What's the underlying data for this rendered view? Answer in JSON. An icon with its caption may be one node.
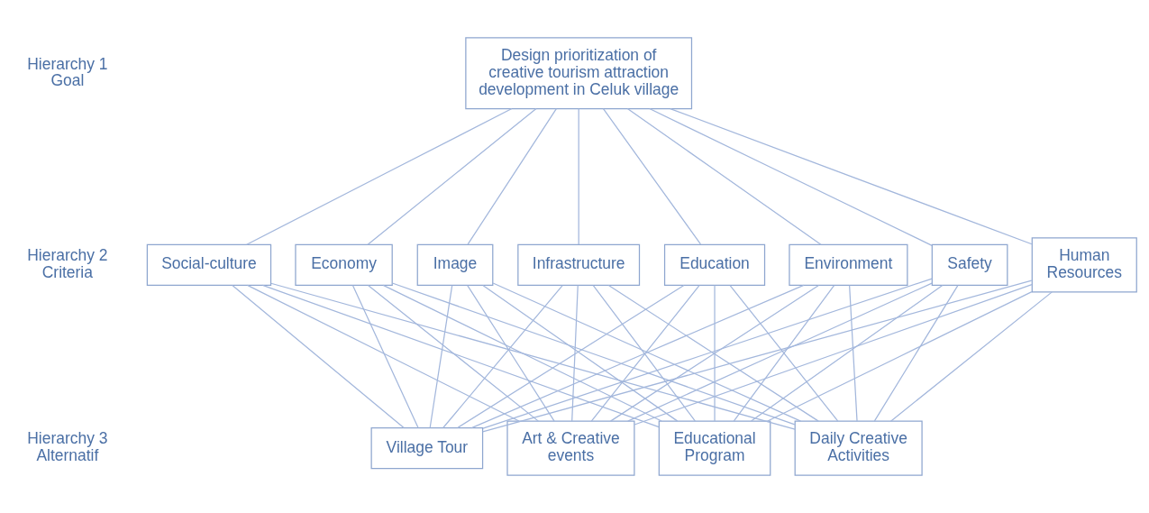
{
  "diagram": {
    "nodes": [
      {
        "text": [
          "Design prioritization of creative tourism attraction development in Celuk village"
        ]
      },
      {
        "text": [
          "Social-culture"
        ]
      },
      {
        "text": [
          "Economy"
        ]
      },
      {
        "text": [
          "Image"
        ]
      },
      {
        "text": [
          "Infrastructure"
        ]
      },
      {
        "text": [
          "Education"
        ]
      },
      {
        "text": [
          "Environment"
        ]
      },
      {
        "text": [
          "Safety"
        ]
      },
      {
        "text": [
          "Human Resources"
        ]
      },
      {
        "text": [
          "Village Tour"
        ]
      },
      {
        "text": [
          "Art & Creative events"
        ]
      },
      {
        "text": [
          "Educational Program"
        ]
      },
      {
        "text": [
          "Daily Creative Activities"
        ]
      }
    ],
    "edges": [
      {
        "from": 0,
        "to": 1,
        "arrow": "none"
      },
      {
        "from": 0,
        "to": 2,
        "arrow": "none"
      },
      {
        "from": 0,
        "to": 3,
        "arrow": "none"
      },
      {
        "from": 0,
        "to": 4,
        "arrow": "none"
      },
      {
        "from": 0,
        "to": 5,
        "arrow": "none"
      },
      {
        "from": 0,
        "to": 6,
        "arrow": "none"
      },
      {
        "from": 0,
        "to": 7,
        "arrow": "none"
      },
      {
        "from": 0,
        "to": 8,
        "arrow": "none"
      },
      {
        "from": 1,
        "to": 9,
        "arrow": "none"
      },
      {
        "from": 1,
        "to": 10,
        "arrow": "none"
      },
      {
        "from": 1,
        "to": 11,
        "arrow": "none"
      },
      {
        "from": 1,
        "to": 12,
        "arrow": "none"
      },
      {
        "from": 2,
        "to": 9,
        "arrow": "none"
      },
      {
        "from": 2,
        "to": 10,
        "arrow": "none"
      },
      {
        "from": 2,
        "to": 11,
        "arrow": "none"
      },
      {
        "from": 2,
        "to": 12,
        "arrow": "none"
      },
      {
        "from": 3,
        "to": 9,
        "arrow": "none"
      },
      {
        "from": 3,
        "to": 10,
        "arrow": "none"
      },
      {
        "from": 3,
        "to": 11,
        "arrow": "none"
      },
      {
        "from": 3,
        "to": 12,
        "arrow": "none"
      },
      {
        "from": 4,
        "to": 9,
        "arrow": "none"
      },
      {
        "from": 4,
        "to": 10,
        "arrow": "none"
      },
      {
        "from": 4,
        "to": 11,
        "arrow": "none"
      },
      {
        "from": 4,
        "to": 12,
        "arrow": "none"
      },
      {
        "from": 5,
        "to": 9,
        "arrow": "none"
      },
      {
        "from": 5,
        "to": 10,
        "arrow": "none"
      },
      {
        "from": 5,
        "to": 11,
        "arrow": "none"
      },
      {
        "from": 5,
        "to": 12,
        "arrow": "none"
      },
      {
        "from": 6,
        "to": 9,
        "arrow": "none"
      },
      {
        "from": 6,
        "to": 10,
        "arrow": "none"
      },
      {
        "from": 6,
        "to": 11,
        "arrow": "none"
      },
      {
        "from": 6,
        "to": 12,
        "arrow": "none"
      },
      {
        "from": 7,
        "to": 9,
        "arrow": "none"
      },
      {
        "from": 7,
        "to": 10,
        "arrow": "none"
      },
      {
        "from": 7,
        "to": 11,
        "arrow": "none"
      },
      {
        "from": 7,
        "to": 12,
        "arrow": "none"
      },
      {
        "from": 8,
        "to": 9,
        "arrow": "none"
      },
      {
        "from": 8,
        "to": 10,
        "arrow": "none"
      },
      {
        "from": 8,
        "to": 11,
        "arrow": "none"
      },
      {
        "from": 8,
        "to": 12,
        "arrow": "none"
      }
    ],
    "labels": [
      "Hierarchy 1 Goal",
      "Hierarchy 2 Criteria",
      "Hierarchy 3 Alternatif"
    ]
  }
}
